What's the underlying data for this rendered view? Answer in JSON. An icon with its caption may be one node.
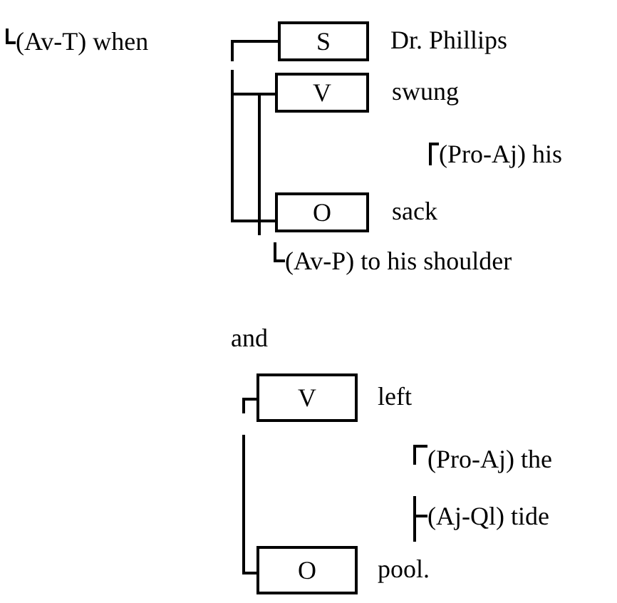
{
  "diagram": {
    "nodes": [
      {
        "text": [
          "S"
        ],
        "beside": [
          "Dr. Phillips"
        ]
      },
      {
        "text": [
          "V"
        ],
        "beside": [
          "swung"
        ]
      },
      {
        "text": [
          "O"
        ],
        "beside": [
          "sack"
        ]
      },
      {
        "text": [
          "V"
        ],
        "beside": [
          "left"
        ]
      },
      {
        "text": [
          "O"
        ],
        "beside": [
          "pool."
        ]
      }
    ],
    "labels": [
      "(Av-T) when",
      "(Pro-Aj) his",
      "(Av-P) to his shoulder",
      "and",
      "(Pro-Aj) the",
      "(Aj-Ql) tide"
    ]
  }
}
